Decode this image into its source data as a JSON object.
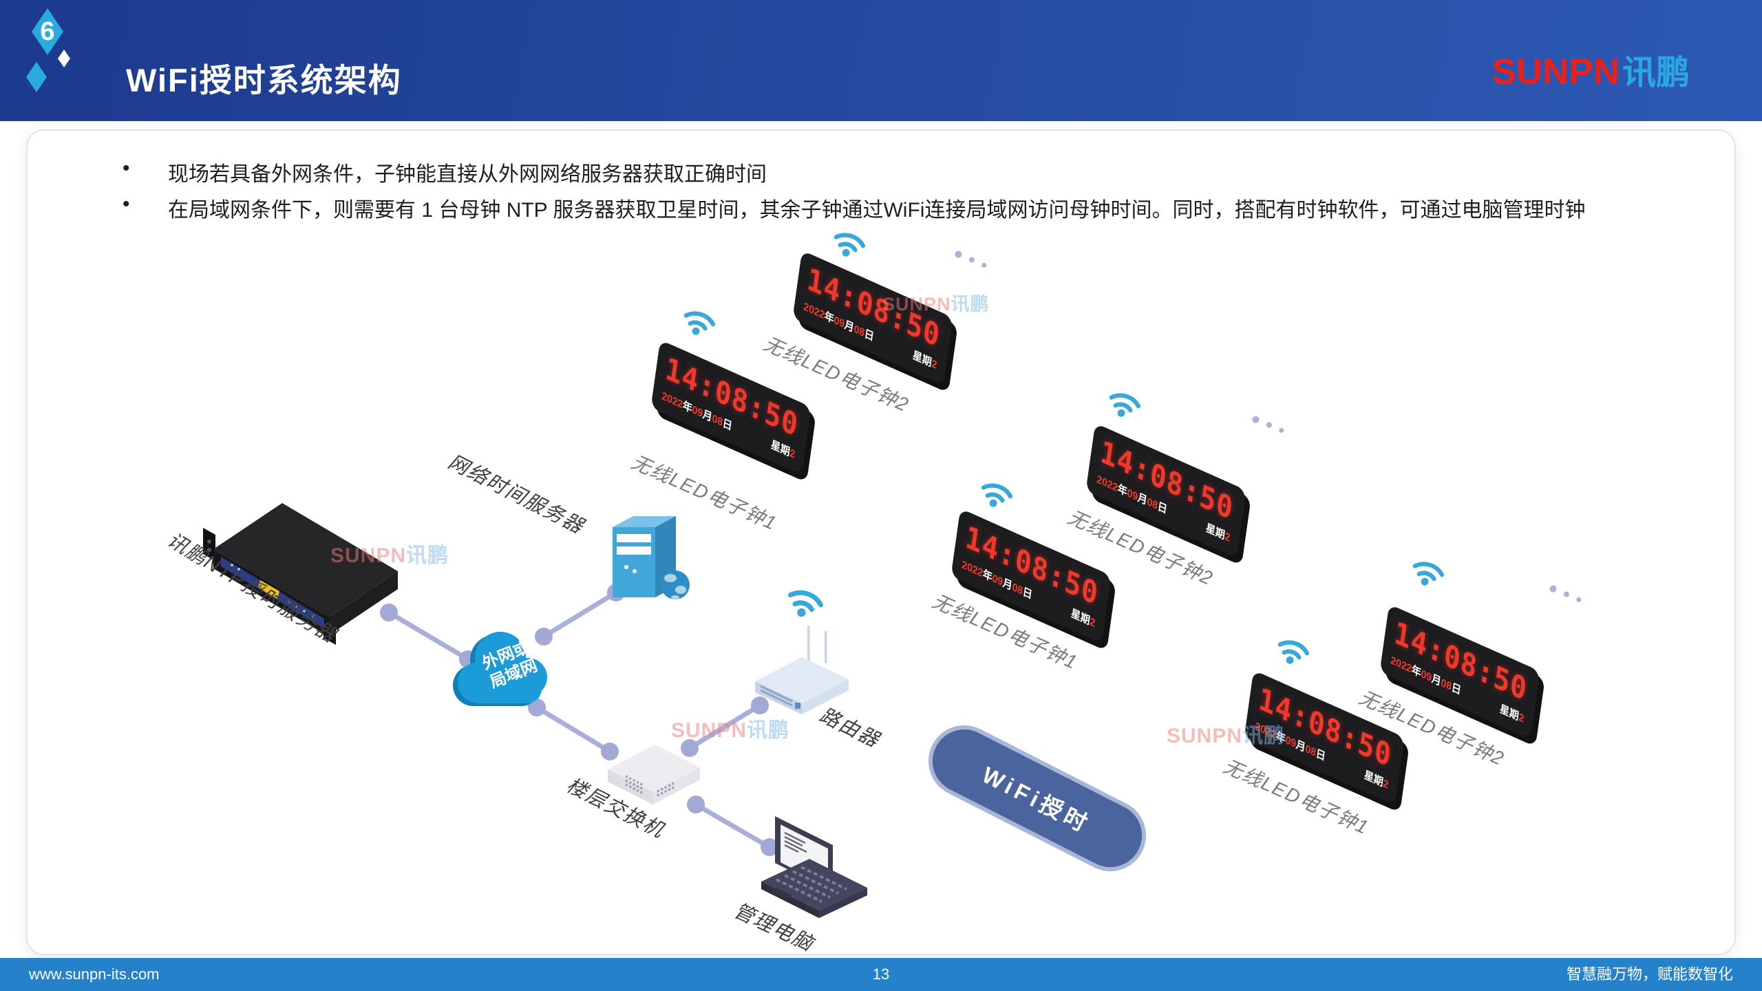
{
  "header": {
    "slide_number": "6",
    "title": "WiFi授时系统架构",
    "logo_en": "SUNPN",
    "logo_cn": "讯鹏"
  },
  "bullets": [
    "现场若具备外网条件，子钟能直接从外网网络服务器获取正确时间",
    "在局域网条件下，则需要有 1 台母钟 NTP 服务器获取卫星时间，其余子钟通过WiFi连接局域网访问母钟时间。同时，搭配有时钟软件，可通过电脑管理时钟"
  ],
  "diagram": {
    "ntp_server_label": "讯鹏NTP授时服务器",
    "time_server_label": "网络时间服务器",
    "cloud_label_line1": "外网或",
    "cloud_label_line2": "局域网",
    "router_label": "路由器",
    "switch_label": "楼层交换机",
    "pc_label": "管理电脑",
    "banner_label": "WiFi授时",
    "clock_labels": [
      "无线LED电子钟1",
      "无线LED电子钟2",
      "无线LED电子钟1",
      "无线LED电子钟2",
      "无线LED电子钟1",
      "无线LED电子钟2"
    ],
    "clock": {
      "time": "14:08:50",
      "year": "2022",
      "year_unit": "年",
      "month": "09",
      "month_unit": "月",
      "day": "08",
      "day_unit": "日",
      "week_label": "星期",
      "week_value": "2"
    },
    "watermark_en": "SUNPN",
    "watermark_cn": "讯鹏"
  },
  "footer": {
    "website": "www.sunpn-its.com",
    "page_number": "13",
    "slogan": "智慧融万物，赋能数智化"
  },
  "icons": {
    "wifi-icon": "two arcs + dot",
    "globe-icon": "circle with land blobs",
    "diamond-icon": "rotated square",
    "cloud-icon": "overlapping circles cloud"
  },
  "palette": {
    "header_blue_start": "#1c3a8e",
    "header_blue_end": "#2d59b4",
    "accent_cyan": "#29ABE2",
    "logo_red": "#E8201E",
    "logo_blue": "#29A8DF",
    "footer_blue": "#2581C9",
    "connector_lavender": "#A9AFDB",
    "cloud_blue": "#1B9CD8",
    "banner_fill": "#4A649E",
    "banner_border": "#A8B7D8",
    "led_red": "#F0392B",
    "clock_body": "#1D1D20"
  }
}
